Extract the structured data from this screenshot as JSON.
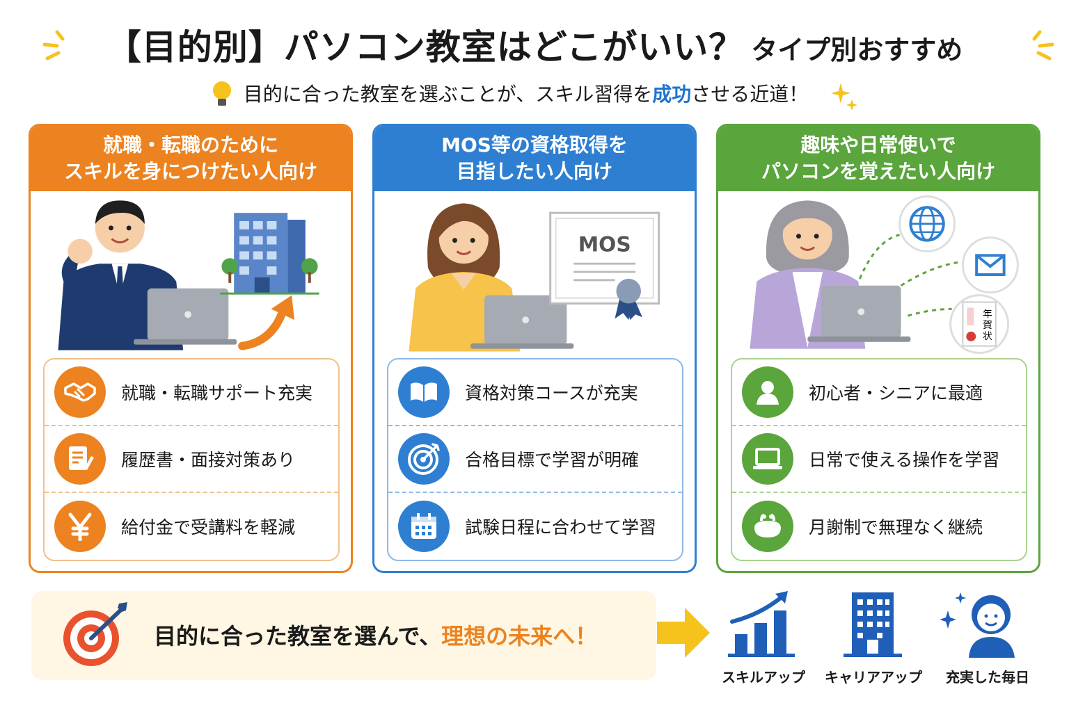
{
  "title": {
    "main": "【目的別】パソコン教室はどこがいい？",
    "sub": "タイプ別おすすめ"
  },
  "subtitle": {
    "before": "目的に合った教室を選ぶことが、スキル習得を",
    "highlight": "成功",
    "after": "させる近道！"
  },
  "cards": [
    {
      "heading_line1": "就職・転職のために",
      "heading_line2": "スキルを身につけたい人向け",
      "features": [
        "就職・転職サポート充実",
        "履歴書・面接対策あり",
        "給付金で受講料を軽減"
      ],
      "icons": [
        "handshake-icon",
        "resume-icon",
        "yen-icon"
      ]
    },
    {
      "heading_line1": "MOS等の資格取得を",
      "heading_line2": "目指したい人向け",
      "certificate_text": "MOS",
      "features": [
        "資格対策コースが充実",
        "合格目標で学習が明確",
        "試験日程に合わせて学習"
      ],
      "icons": [
        "book-icon",
        "target-icon",
        "calendar-icon"
      ]
    },
    {
      "heading_line1": "趣味や日常使いで",
      "heading_line2": "パソコンを覚えたい人向け",
      "card_text": [
        "年",
        "賀",
        "状"
      ],
      "features": [
        "初心者・シニアに最適",
        "日常で使える操作を学習",
        "月謝制で無理なく継続"
      ],
      "icons": [
        "person-icon",
        "laptop-icon",
        "coin-purse-icon"
      ]
    }
  ],
  "bottom": {
    "before": "目的に合った教室を選んで、",
    "highlight": "理想の未来へ！"
  },
  "outcomes": [
    {
      "label": "スキルアップ",
      "icon": "growth-chart-icon"
    },
    {
      "label": "キャリアアップ",
      "icon": "office-building-icon"
    },
    {
      "label": "充実した毎日",
      "icon": "happy-person-icon"
    }
  ],
  "colors": {
    "orange": "#ec8320",
    "blue": "#2e7fd1",
    "green": "#5aa53c",
    "highlight_blue": "#1f73d1",
    "spark_yellow": "#f6c21c"
  }
}
